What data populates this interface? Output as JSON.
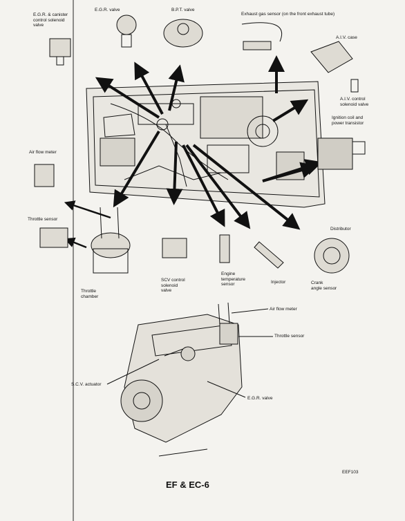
{
  "labels": {
    "egr_canister": "E.G.R. & canister\ncontrol solenoid\nvalve",
    "egr_valve_top": "E.G.R. valve",
    "bpt_valve": "B.P.T. valve",
    "exhaust_gas_sensor": "Exhaust gas sensor (on the front exhaust tube)",
    "aiv_case": "A.I.V. case",
    "aiv_control": "A.I.V. control\nsolenoid valve",
    "ignition_coil": "Ignition coil and\npower transistor",
    "air_flow_meter_left": "Air flow meter",
    "throttle_sensor_left": "Throttle sensor",
    "throttle_chamber": "Throttle\nchamber",
    "scv_control": "SCV control\nsolenoid\nvalve",
    "engine_temp": "Engine\ntemperature\nsensor",
    "injector": "Injector",
    "distributor": "Distributor",
    "crank_angle": "Crank\nangle sensor",
    "air_flow_meter_engine": "Air flow meter",
    "throttle_sensor_engine": "Throttle sensor",
    "scv_actuator": "S.C.V. actuator",
    "egr_valve_engine": "E.G.R. valve",
    "figure_code": "EEF103",
    "page_title": "EF & EC-6"
  },
  "colors": {
    "ink": "#111111",
    "paper": "#f4f3ef"
  }
}
